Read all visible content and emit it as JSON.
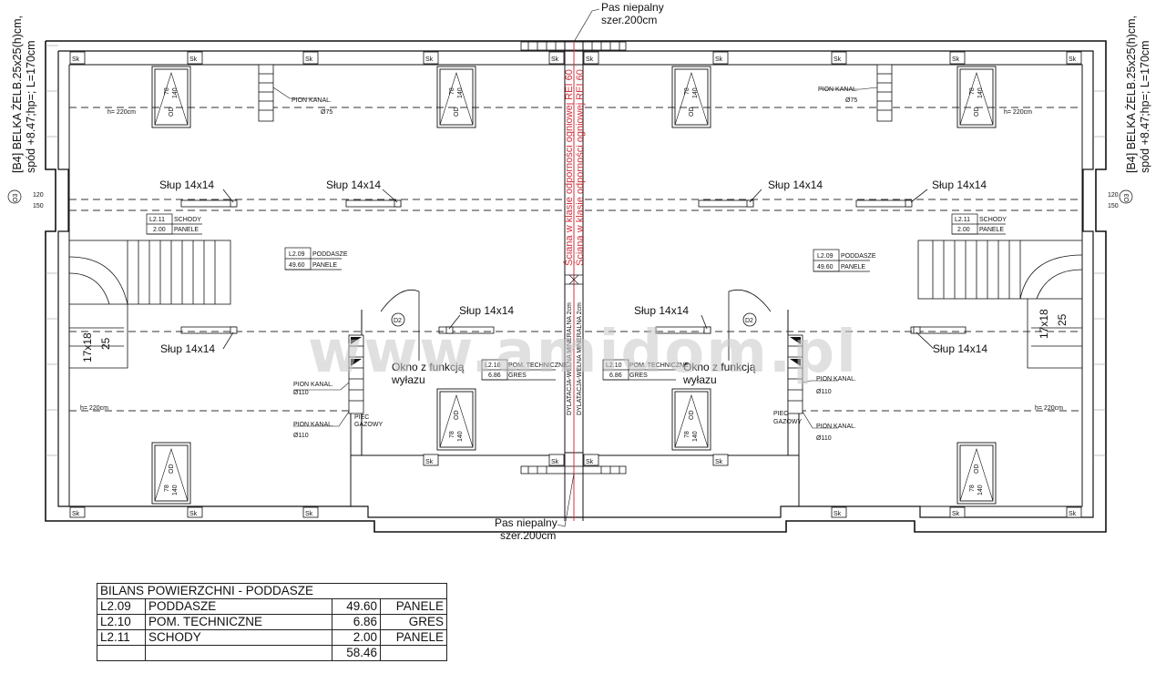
{
  "plan": {
    "pas_top": [
      "Pas niepalny",
      "szer.200cm"
    ],
    "pas_bottom": [
      "Pas niepalny",
      "szer.200cm"
    ],
    "wall_fire": [
      "Ściana w klasie odporności ogniowej REI 60",
      "Ściana w klasie odporności ogniowej REI 60"
    ],
    "dilatation": [
      "DYLATACJA-WEŁNA MINERALNA 2cm",
      "DYLATACJA-WEŁNA MINERALNA 2cm"
    ],
    "beam_left": [
      "[B4] BELKA ŻELB.25x25(h)cm,",
      "spód +8.47;hp=; L=170cm"
    ],
    "beam_right": [
      "[B4] BELKA ŻELB.25x25(h)cm,",
      "spód +8.47;hp=; L=170cm"
    ],
    "o3": "O3",
    "dim_120": "120",
    "dim_150": "150",
    "sk": "Sk",
    "slup": "Słup 14x14",
    "pion_kanal": "PION KANAL.",
    "d75": "Ø75",
    "d110": "Ø110",
    "okno": [
      "Okno z funkcją",
      "wyłazu"
    ],
    "d2": "D2",
    "h220": "h= 220cm",
    "stair_dims": [
      "17x18",
      "25"
    ],
    "win_dims": [
      "78",
      "140"
    ],
    "win_mark": "OD",
    "piec": [
      "PIEC",
      "GAZOWY"
    ],
    "room_l209": [
      "L2.09",
      "PODDASZE",
      "49.60",
      "PANELE"
    ],
    "room_l210": [
      "L2.10",
      "POM. TECHNICZNE",
      "6.86",
      "GRES"
    ],
    "room_l211": [
      "L2.11",
      "SCHODY",
      "2.00",
      "PANELE"
    ],
    "watermark": "www.amidom.pl"
  },
  "bilans": {
    "title": "BILANS POWIERZCHNI - PODDASZE",
    "rows": [
      {
        "code": "L2.09",
        "name": " PODDASZE",
        "area": "49.60",
        "finish": "PANELE"
      },
      {
        "code": "L2.10",
        "name": "POM. TECHNICZNE",
        "area": "6.86",
        "finish": "GRES"
      },
      {
        "code": "L2.11",
        "name": "SCHODY",
        "area": "2.00",
        "finish": "PANELE"
      }
    ],
    "total": "58.46"
  }
}
